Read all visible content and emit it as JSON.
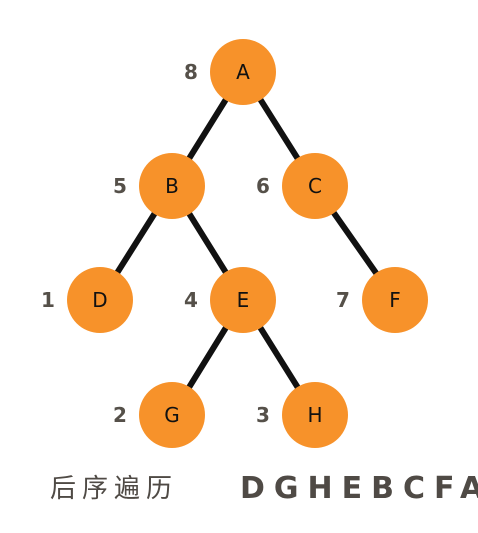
{
  "title": "后序遍历",
  "sequence": "DGHEBCFA",
  "colors": {
    "node_fill": "#f7922a",
    "edge": "#111111",
    "order_text": "#555049",
    "caption_text": "#4f4a45"
  },
  "nodes": [
    {
      "id": "A",
      "label": "A",
      "order": "8"
    },
    {
      "id": "B",
      "label": "B",
      "order": "5"
    },
    {
      "id": "C",
      "label": "C",
      "order": "6"
    },
    {
      "id": "D",
      "label": "D",
      "order": "1"
    },
    {
      "id": "E",
      "label": "E",
      "order": "4"
    },
    {
      "id": "F",
      "label": "F",
      "order": "7"
    },
    {
      "id": "G",
      "label": "G",
      "order": "2"
    },
    {
      "id": "H",
      "label": "H",
      "order": "3"
    }
  ],
  "edges": [
    {
      "from": "A",
      "to": "B"
    },
    {
      "from": "A",
      "to": "C"
    },
    {
      "from": "B",
      "to": "D"
    },
    {
      "from": "B",
      "to": "E"
    },
    {
      "from": "C",
      "to": "F"
    },
    {
      "from": "E",
      "to": "G"
    },
    {
      "from": "E",
      "to": "H"
    }
  ]
}
